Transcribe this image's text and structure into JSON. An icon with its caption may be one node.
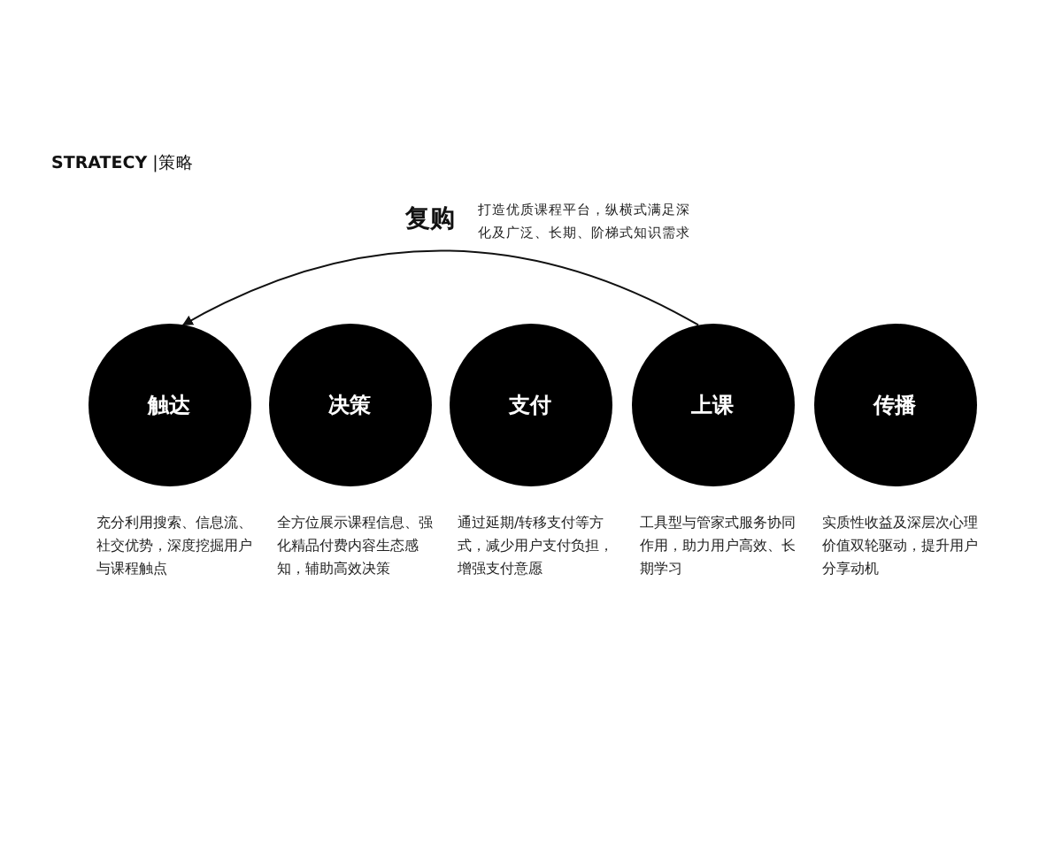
{
  "diagram": {
    "title": "**STRATECY** |策略",
    "nodes": [
      {
        "text": [
          "触达"
        ],
        "beside": [
          "充分利用搜索、信息流、社交优势，深度挖掘用户与课程触点"
        ]
      },
      {
        "text": [
          "决策"
        ],
        "beside": [
          "全方位展示课程信息、强化精品付费内容生态感知，辅助高效决策"
        ]
      },
      {
        "text": [
          "支付"
        ],
        "beside": [
          "通过延期/转移支付等方式，减少用户支付负担，增强支付意愿"
        ]
      },
      {
        "text": [
          "上课"
        ],
        "beside": [
          "工具型与管家式服务协同作用，助力用户高效、长期学习"
        ]
      },
      {
        "text": [
          "传播"
        ],
        "beside": [
          "实质性收益及深层次心理价值双轮驱动，提升用户分享动机"
        ]
      }
    ],
    "edges": [
      {
        "from": 3,
        "to": 0,
        "arrow": "to",
        "label": "复购"
      }
    ],
    "labels": [
      "打造优质课程平台，纵横式满足深化及广泛、长期、阶梯式知识需求"
    ]
  }
}
